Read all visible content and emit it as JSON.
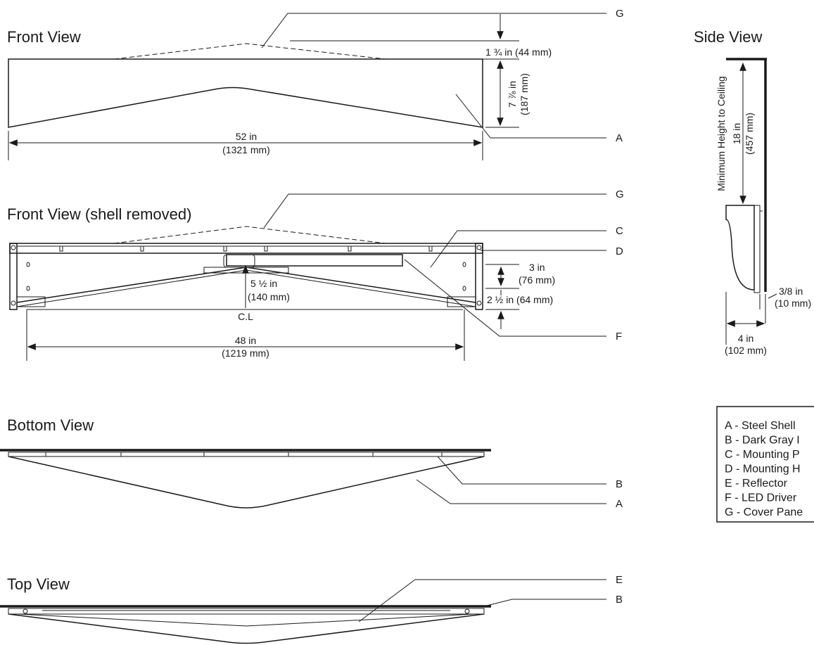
{
  "views": {
    "front": "Front View",
    "front_shell_removed": "Front View (shell removed)",
    "bottom": "Bottom View",
    "top": "Top View",
    "side": "Side View"
  },
  "dimensions": {
    "front_width_in": "52 in",
    "front_width_mm": "(1321 mm)",
    "cover_height": "1 ¾ in (44 mm)",
    "shell_height_in": "7 ⅞ in",
    "shell_height_mm": "(187 mm)",
    "mount_width_in": "48 in",
    "mount_width_mm": "(1219 mm)",
    "center_drop_in": "5 ½ in",
    "center_drop_mm": "(140 mm)",
    "centerline": "C.L",
    "hole_spacing_in": "3 in",
    "hole_spacing_mm": "(76 mm)",
    "lower_offset": "2 ½ in (64 mm)",
    "ceiling_label": "Minimum Height to Ceiling",
    "ceiling_in": "18 in",
    "ceiling_mm": "(457 mm)",
    "gap_in": "3/8 in",
    "gap_mm": "(10 mm)",
    "depth_in": "4 in",
    "depth_mm": "(102 mm)"
  },
  "callouts": {
    "front_g": "G",
    "front_a": "A",
    "shell_g": "G",
    "shell_c": "C",
    "shell_d": "D",
    "shell_f": "F",
    "bottom_b": "B",
    "bottom_a": "A",
    "top_e": "E",
    "top_b": "B"
  },
  "legend": [
    "A - Steel Shell",
    "B - Dark Gray I",
    "C - Mounting P",
    "D - Mounting H",
    "E - Reflector",
    "F - LED Driver",
    "G - Cover Pane"
  ]
}
